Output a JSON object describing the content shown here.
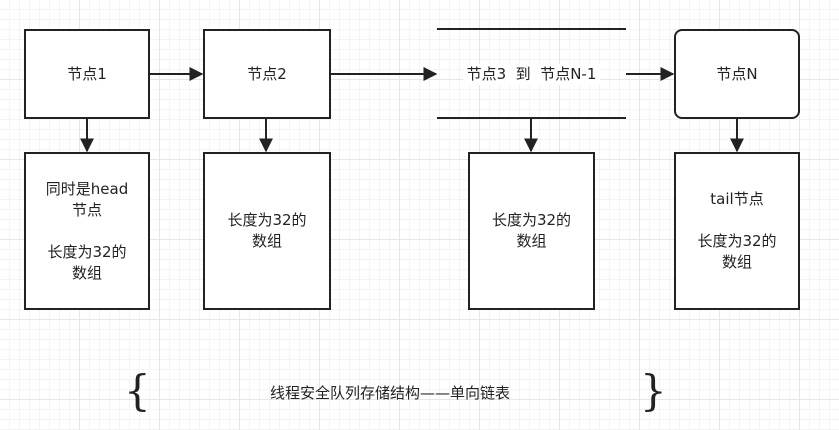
{
  "diagram": {
    "nodes": [
      {
        "id": "n1",
        "label": "节点1"
      },
      {
        "id": "n2",
        "label": "节点2"
      },
      {
        "id": "n3",
        "label": "节点3  到  节点N-1"
      },
      {
        "id": "nN",
        "label": "节点N"
      }
    ],
    "arrays": [
      {
        "id": "a1",
        "label": "同时是head\n节点\n\n长度为32的\n数组"
      },
      {
        "id": "a2",
        "label": "长度为32的\n数组"
      },
      {
        "id": "a3",
        "label": "长度为32的\n数组"
      },
      {
        "id": "aN",
        "label": "tail节点\n\n长度为32的\n数组"
      }
    ],
    "caption": "线程安全队列存储结构——单向链表",
    "brace_left": "{",
    "brace_right": "}"
  },
  "colors": {
    "stroke": "#222222",
    "grid": "#e6e6e6"
  }
}
